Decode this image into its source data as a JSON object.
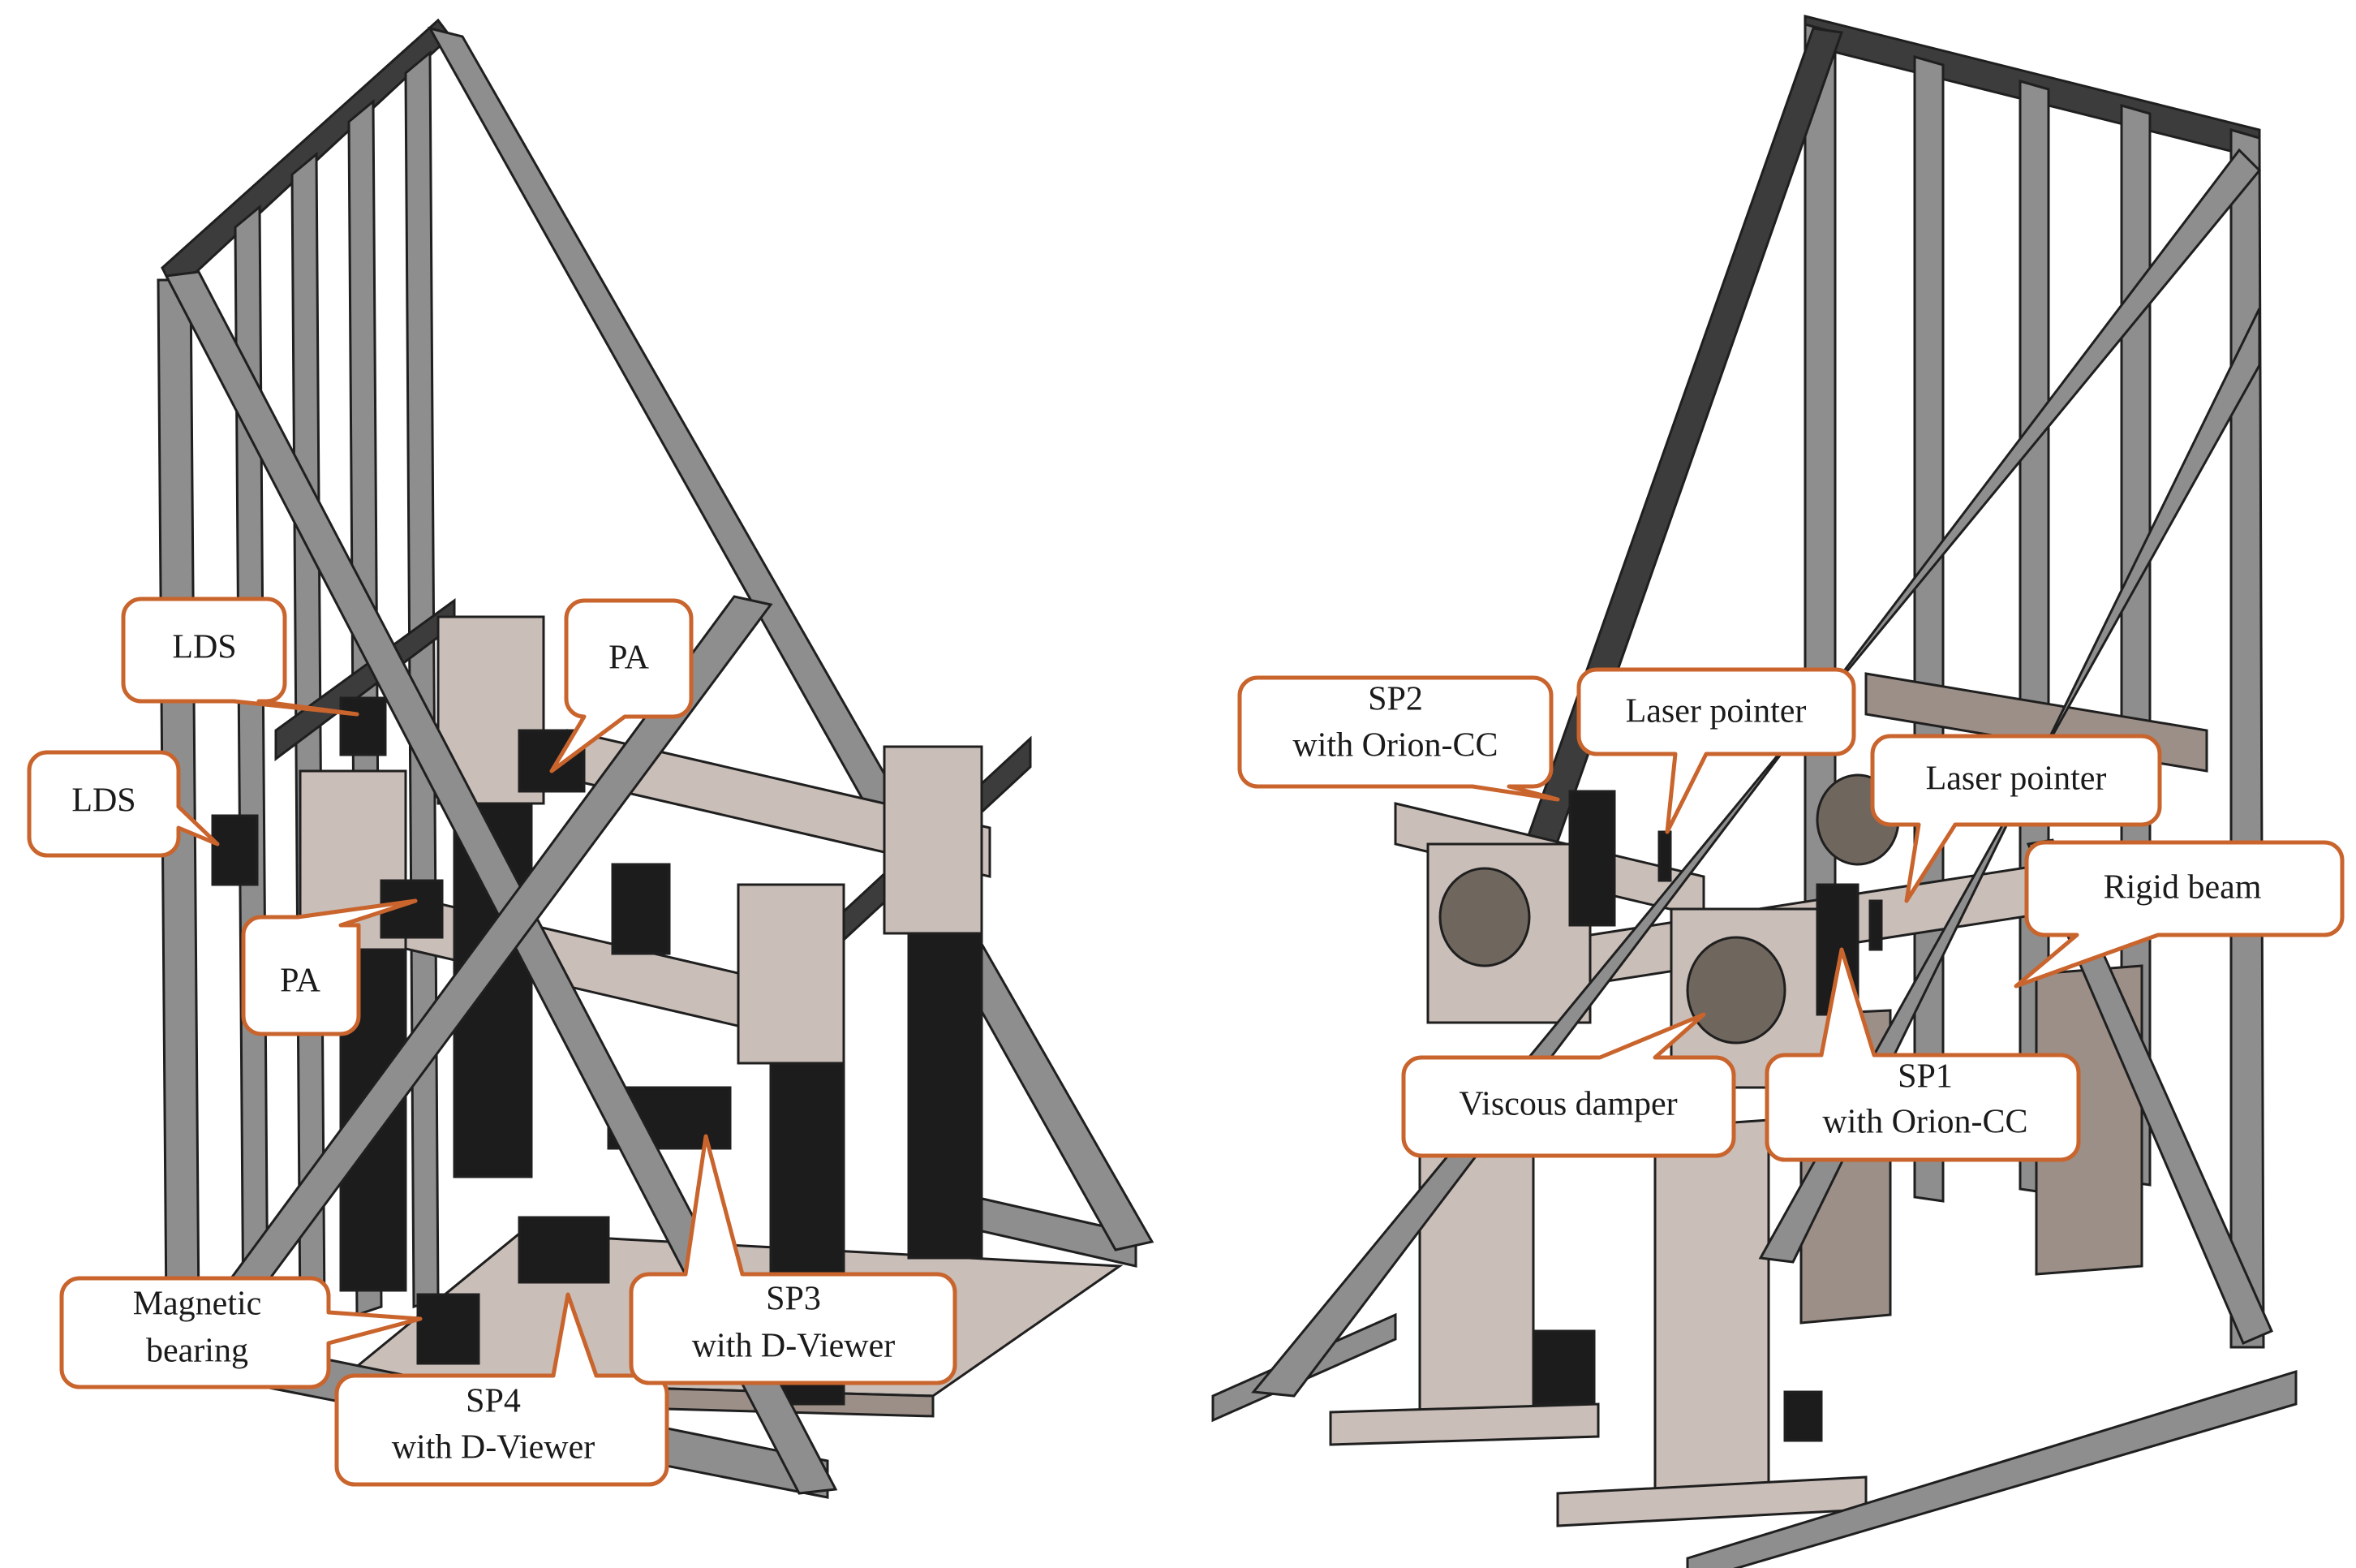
{
  "colors": {
    "frame_fill": "#8e8e8e",
    "frame_dark": "#3c3c3c",
    "frame_edge": "#1f1f1f",
    "plate_fill": "#c9beb8",
    "plate_dark": "#9b8f88",
    "block_fill": "#1c1c1c",
    "damper_fill": "#6f665e",
    "callout_border": "#c9642d",
    "callout_fill": "#ffffff"
  },
  "left_figure": {
    "callouts": {
      "lds_top": "LDS",
      "lds_left": "LDS",
      "pa_top": "PA",
      "pa_bottom": "PA",
      "magnetic_bearing": [
        "Magnetic",
        "bearing"
      ],
      "sp3": [
        "SP3",
        "with D-Viewer"
      ],
      "sp4": [
        "SP4",
        "with D-Viewer"
      ]
    }
  },
  "right_figure": {
    "callouts": {
      "sp2": [
        "SP2",
        "with Orion-CC"
      ],
      "laser_pointer_a": "Laser pointer",
      "laser_pointer_b": "Laser pointer",
      "rigid_beam": "Rigid beam",
      "viscous_damper": "Viscous damper",
      "sp1": [
        "SP1",
        "with Orion-CC"
      ]
    }
  }
}
